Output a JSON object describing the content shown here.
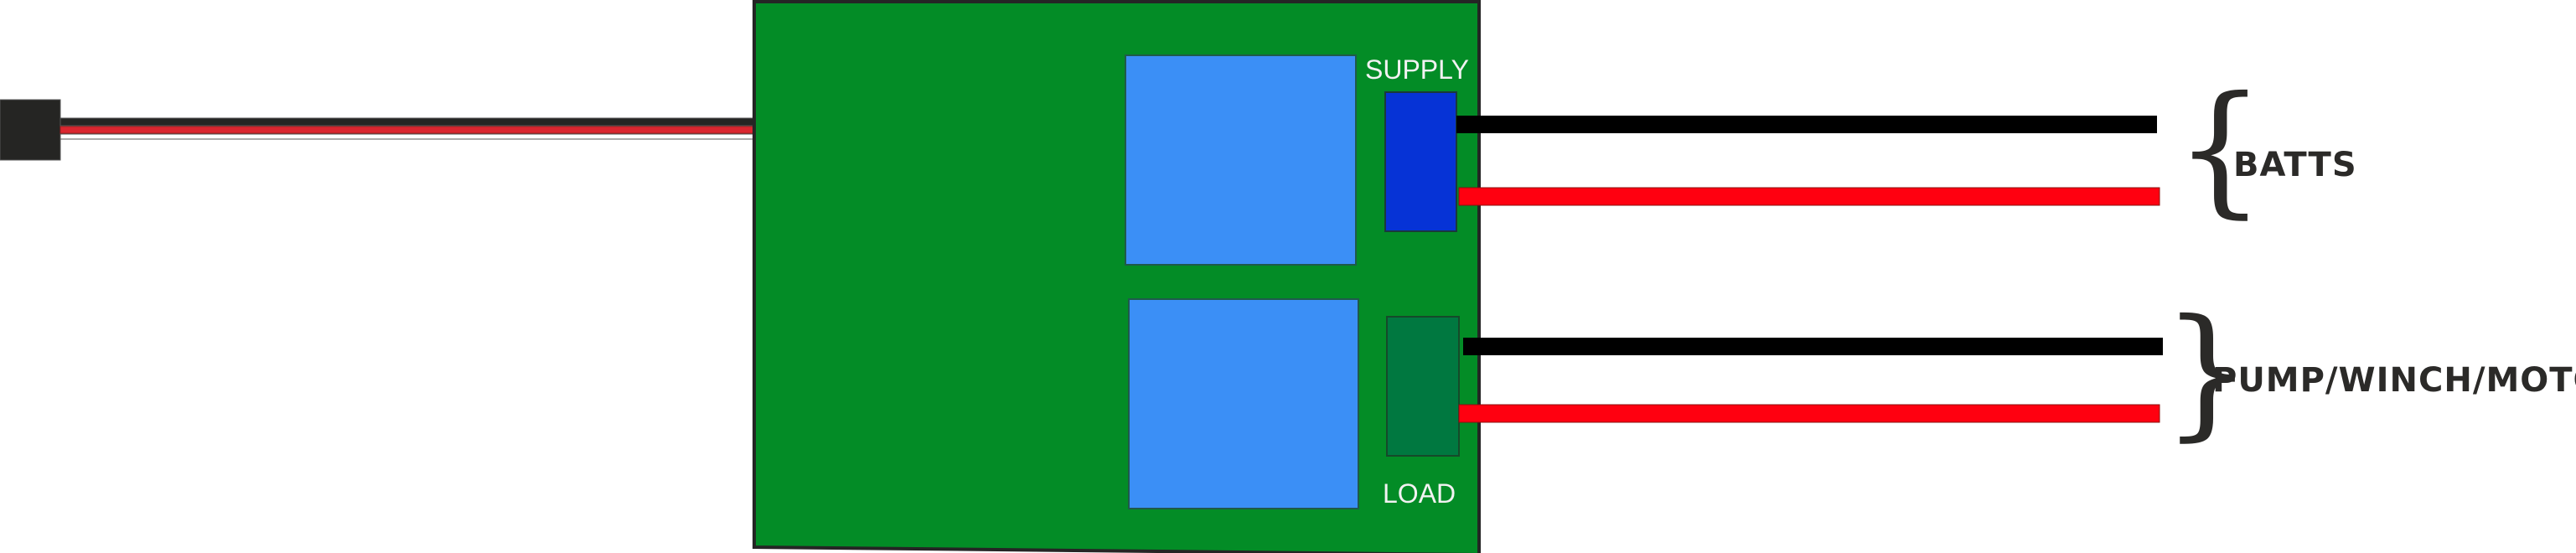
{
  "diagram": {
    "title": "Servo-controlled switch board wiring",
    "colors": {
      "board": "#038c26",
      "board_outline": "#252525",
      "relay": "#3b8ff6",
      "supply_connector": "#0633d6",
      "load_connector": "#007840",
      "wire_black": "#000000",
      "wire_red": "#ff0010",
      "servo_plug": "#252523",
      "servo_wire_red": "#da2630",
      "label_text": "#f2f2f2",
      "callout_text": "#2b2a28"
    },
    "board": {
      "supply_label": "SUPPLY",
      "load_label": "LOAD"
    },
    "callouts": {
      "supply": "BATTS",
      "load": "PUMP/WINCH/MOTOR"
    },
    "servo_lead": {
      "wires": [
        "black",
        "red",
        "white"
      ]
    }
  }
}
